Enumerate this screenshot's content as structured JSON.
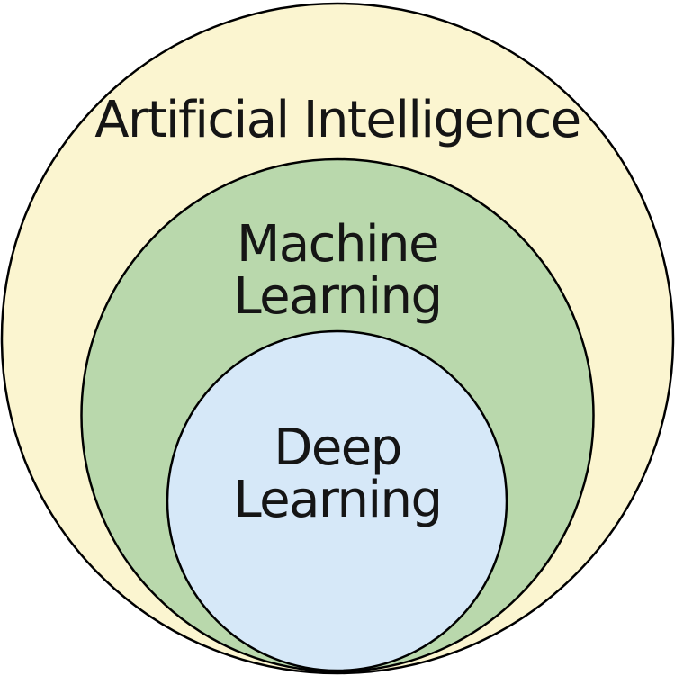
{
  "page": {
    "background": "#FFFFFF"
  },
  "diagram": {
    "type": "nested-euler-diagram",
    "stroke": "#000000",
    "text_color": "#151515",
    "circles": [
      {
        "id": "artificial-intelligence",
        "lines": [
          "Artificial Intelligence"
        ],
        "fill": "#FBF5D0"
      },
      {
        "id": "machine-learning",
        "lines": [
          "Machine",
          "Learning"
        ],
        "fill": "#B9D8AC"
      },
      {
        "id": "deep-learning",
        "lines": [
          "Deep",
          "Learning"
        ],
        "fill": "#D6E8F8"
      }
    ]
  }
}
